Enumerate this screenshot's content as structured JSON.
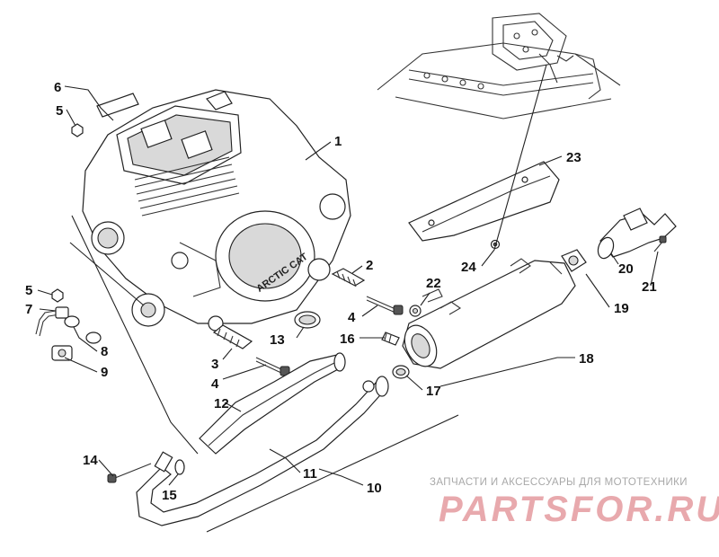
{
  "diagram": {
    "engine_label": "ARCTIC CAT",
    "callouts": {
      "c1": "1",
      "c2": "2",
      "c3": "3",
      "c4a": "4",
      "c4b": "4",
      "c5a": "5",
      "c5b": "5",
      "c6": "6",
      "c7": "7",
      "c8": "8",
      "c9": "9",
      "c10": "10",
      "c11": "11",
      "c12": "12",
      "c13": "13",
      "c14": "14",
      "c15": "15",
      "c16": "16",
      "c17": "17",
      "c18": "18",
      "c19": "19",
      "c20": "20",
      "c21": "21",
      "c22": "22",
      "c23": "23",
      "c24": "24"
    }
  },
  "watermark": {
    "subtitle": "ЗАПЧАСТИ И АКСЕССУАРЫ ДЛЯ МОТОТЕХНИКИ",
    "brand": "PARTSFOR.RU"
  }
}
